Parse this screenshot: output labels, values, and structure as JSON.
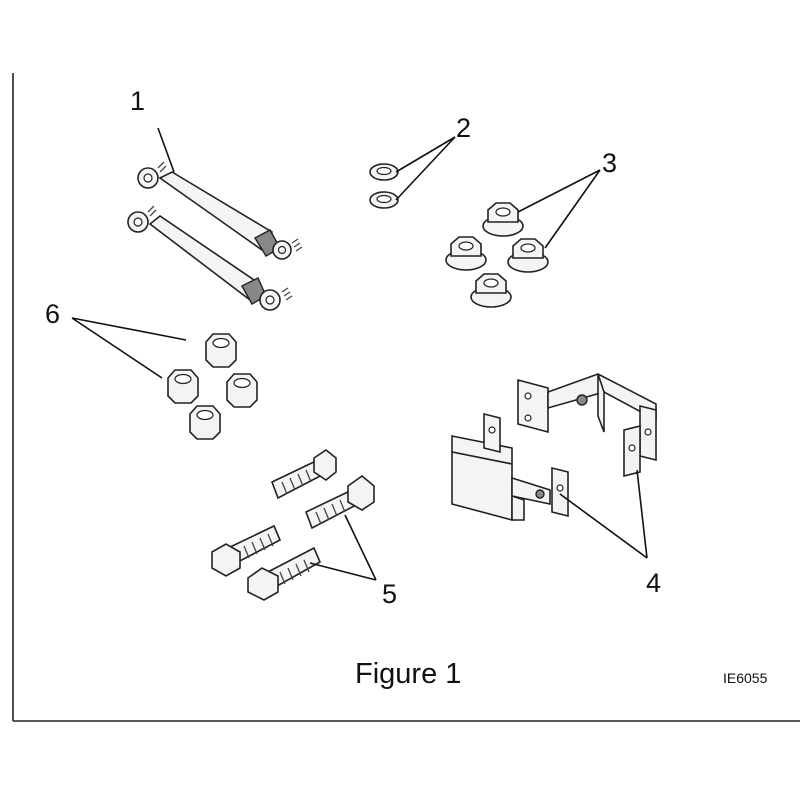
{
  "figure": {
    "caption": "Figure 1",
    "code": "IE6055"
  },
  "callouts": [
    {
      "id": "1",
      "label": "1"
    },
    {
      "id": "2",
      "label": "2"
    },
    {
      "id": "3",
      "label": "3"
    },
    {
      "id": "4",
      "label": "4"
    },
    {
      "id": "5",
      "label": "5"
    },
    {
      "id": "6",
      "label": "6"
    }
  ]
}
